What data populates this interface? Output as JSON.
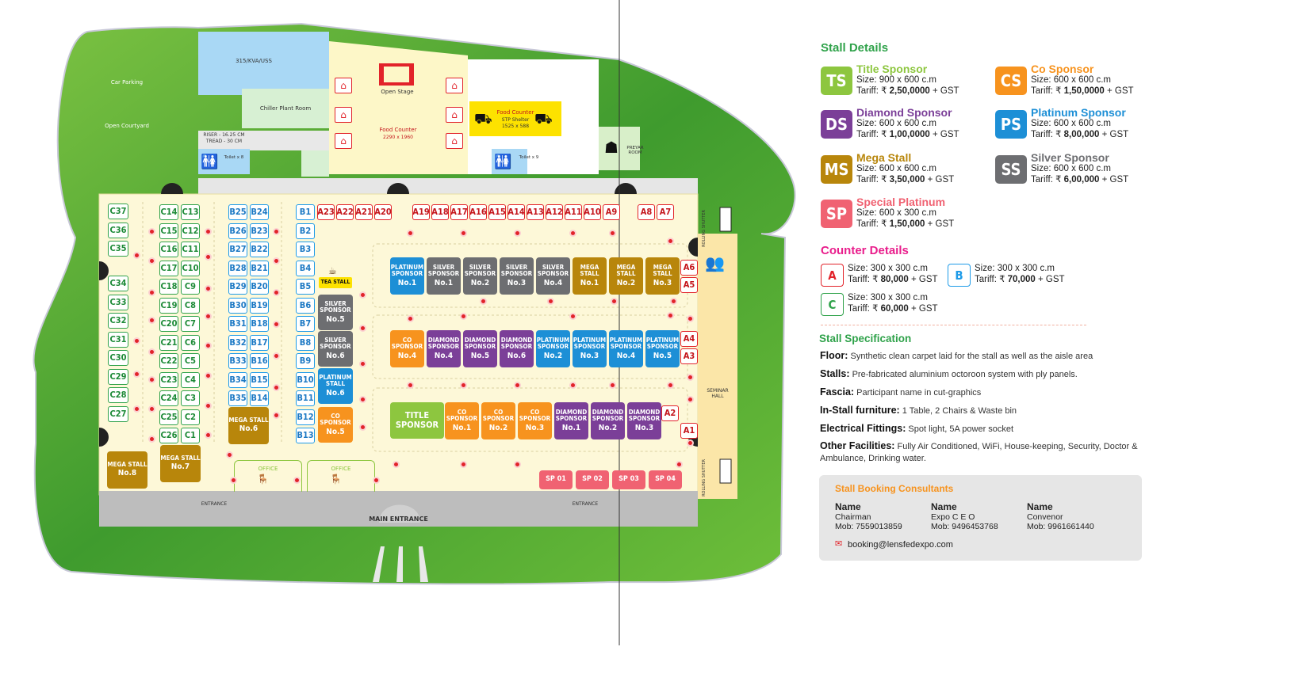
{
  "map": {
    "labels": {
      "car_parking": "Car Parking",
      "open_courtyard": "Open Courtyard",
      "transformer": "315/KVA/USS",
      "chiller": "Chiller Plant Room",
      "riser": "RISER - 16.25 CM",
      "tread": "TREAD - 30 CM",
      "toilet_left": "Toilet x 8",
      "toilet_right": "Toilet x 9",
      "open_stage": "Open Stage",
      "food_counter_main": "Food Counter",
      "food_counter_main_size": "2290 x 1960",
      "food_counter_box": "Food Counter",
      "food_counter_box_sub": "STP Shelter",
      "food_counter_box_size": "1525 x 588",
      "prayer_room": "PREYAR ROOM",
      "rolling_shutter_top": "ROLLING SHUTTER",
      "rolling_shutter_bottom": "ROLLING SHUTTER",
      "seminar_hall": "SEMINAR HALL",
      "tea_stall": "TEA STALL",
      "office_1": "OFFICE",
      "office_2": "OFFICE",
      "entrance_left": "ENTRANCE",
      "entrance_right": "ENTRANCE",
      "main_entrance": "MAIN ENTRANCE"
    },
    "a_top": [
      "A23",
      "A22",
      "A21",
      "A20",
      "A19",
      "A18",
      "A17",
      "A16",
      "A15",
      "A14",
      "A13",
      "A12",
      "A11",
      "A10",
      "A9",
      "A8",
      "A7"
    ],
    "a_side": [
      "A6",
      "A5",
      "A4",
      "A3",
      "A2",
      "A1"
    ],
    "b_col1": [
      "B25",
      "B26",
      "B27",
      "B28",
      "B29",
      "B30",
      "B31",
      "B32",
      "B33",
      "B34",
      "B35"
    ],
    "b_col2": [
      "B24",
      "B23",
      "B22",
      "B21",
      "B20",
      "B19",
      "B18",
      "B17",
      "B16",
      "B15",
      "B14"
    ],
    "b_col3": [
      "B1",
      "B2",
      "B3",
      "B4",
      "B5",
      "B6",
      "B7",
      "B8",
      "B9",
      "B10",
      "B11",
      "B12",
      "B13"
    ],
    "c_outer": [
      "C37",
      "C36",
      "C35",
      "C34",
      "C33",
      "C32",
      "C31",
      "C30",
      "C29",
      "C28",
      "C27"
    ],
    "c_col1": [
      "C14",
      "C15",
      "C16",
      "C17",
      "C18",
      "C19",
      "C20",
      "C21",
      "C22",
      "C23",
      "C24",
      "C25",
      "C26"
    ],
    "c_col2": [
      "C13",
      "C12",
      "C11",
      "C10",
      "C9",
      "C8",
      "C7",
      "C6",
      "C5",
      "C4",
      "C3",
      "C2",
      "C1"
    ],
    "row1": [
      {
        "name": "PLATINUM SPONSOR",
        "no": "No.1",
        "color": "#1d8fd6"
      },
      {
        "name": "SILVER SPONSOR",
        "no": "No.1",
        "color": "#6d6e71"
      },
      {
        "name": "SILVER SPONSOR",
        "no": "No.2",
        "color": "#6d6e71"
      },
      {
        "name": "SILVER SPONSOR",
        "no": "No.3",
        "color": "#6d6e71"
      },
      {
        "name": "SILVER SPONSOR",
        "no": "No.4",
        "color": "#6d6e71"
      },
      {
        "name": "MEGA STALL",
        "no": "No.1",
        "color": "#b8860b"
      },
      {
        "name": "MEGA STALL",
        "no": "No.2",
        "color": "#b8860b"
      },
      {
        "name": "MEGA STALL",
        "no": "No.3",
        "color": "#b8860b"
      }
    ],
    "row2": [
      {
        "name": "CO SPONSOR",
        "no": "No.4",
        "color": "#f7931e"
      },
      {
        "name": "DIAMOND SPONSOR",
        "no": "No.4",
        "color": "#7b3f98"
      },
      {
        "name": "DIAMOND SPONSOR",
        "no": "No.5",
        "color": "#7b3f98"
      },
      {
        "name": "DIAMOND SPONSOR",
        "no": "No.6",
        "color": "#7b3f98"
      },
      {
        "name": "PLATINUM SPONSOR",
        "no": "No.2",
        "color": "#1d8fd6"
      },
      {
        "name": "PLATINUM SPONSOR",
        "no": "No.3",
        "color": "#1d8fd6"
      },
      {
        "name": "PLATINUM SPONSOR",
        "no": "No.4",
        "color": "#1d8fd6"
      },
      {
        "name": "PLATINUM SPONSOR",
        "no": "No.5",
        "color": "#1d8fd6"
      }
    ],
    "row3": [
      {
        "name": "CO SPONSOR",
        "no": "No.1",
        "color": "#f7931e"
      },
      {
        "name": "CO SPONSOR",
        "no": "No.2",
        "color": "#f7931e"
      },
      {
        "name": "CO SPONSOR",
        "no": "No.3",
        "color": "#f7931e"
      },
      {
        "name": "DIAMOND SPONSOR",
        "no": "No.1",
        "color": "#7b3f98"
      },
      {
        "name": "DIAMOND SPONSOR",
        "no": "No.2",
        "color": "#7b3f98"
      },
      {
        "name": "DIAMOND SPONSOR",
        "no": "No.3",
        "color": "#7b3f98"
      }
    ],
    "title_sponsor": "TITLE SPONSOR",
    "center_col": [
      {
        "name": "SILVER SPONSOR",
        "no": "No.5",
        "color": "#6d6e71"
      },
      {
        "name": "SILVER SPONSOR",
        "no": "No.6",
        "color": "#6d6e71"
      },
      {
        "name": "PLATINUM STALL",
        "no": "No.6",
        "color": "#1d8fd6"
      },
      {
        "name": "CO SPONSOR",
        "no": "No.5",
        "color": "#f7931e"
      }
    ],
    "mega_left": [
      {
        "name": "MEGA STALL",
        "no": "No.6"
      },
      {
        "name": "MEGA STALL",
        "no": "No.7"
      },
      {
        "name": "MEGA STALL",
        "no": "No.8"
      }
    ],
    "sp": [
      "SP 01",
      "SP 02",
      "SP 03",
      "SP 04"
    ]
  },
  "legend": {
    "stall_details_title": "Stall Details",
    "stalls": [
      {
        "code": "TS",
        "name": "Title Sponsor",
        "size": "Size: 900 x 600 c.m",
        "tariff_prefix": "Tariff: ₹ ",
        "tariff": "2,50,0000",
        "tariff_suffix": " + GST",
        "color": "#8dc63f",
        "title_color": "#8dc63f"
      },
      {
        "code": "CS",
        "name": "Co Sponsor",
        "size": "Size: 600 x 600 c.m",
        "tariff_prefix": "Tariff: ₹ ",
        "tariff": "1,50,0000",
        "tariff_suffix": " + GST",
        "color": "#f7931e",
        "title_color": "#f7931e"
      },
      {
        "code": "DS",
        "name": "Diamond Sponsor",
        "size": "Size: 600 x 600 c.m",
        "tariff_prefix": "Tariff: ₹ ",
        "tariff": "1,00,0000",
        "tariff_suffix": " + GST",
        "color": "#7b3f98",
        "title_color": "#7b3f98"
      },
      {
        "code": "PS",
        "name": "Platinum Sponsor",
        "size": "Size: 600 x 600 c.m",
        "tariff_prefix": "Tariff: ₹ ",
        "tariff": "8,00,000",
        "tariff_suffix": " + GST",
        "color": "#1d8fd6",
        "title_color": "#1d8fd6"
      },
      {
        "code": "MS",
        "name": "Mega Stall",
        "size": "Size: 600 x 600 c.m",
        "tariff_prefix": "Tariff: ₹ ",
        "tariff": "3,50,000",
        "tariff_suffix": " + GST",
        "color": "#b8860b",
        "title_color": "#b8860b"
      },
      {
        "code": "SS",
        "name": "Silver Sponsor",
        "size": "Size: 600 x 600 c.m",
        "tariff_prefix": "Tariff: ₹ ",
        "tariff": "6,00,000",
        "tariff_suffix": " + GST",
        "color": "#6d6e71",
        "title_color": "#6d6e71"
      },
      {
        "code": "SP",
        "name": "Special Platinum",
        "size": "Size: 600 x 300 c.m",
        "tariff_prefix": "Tariff: ₹ ",
        "tariff": "1,50,000",
        "tariff_suffix": " + GST",
        "color": "#f06272",
        "title_color": "#f06272"
      }
    ],
    "counter_title": "Counter Details",
    "counters": [
      {
        "code": "A",
        "size": "Size: 300 x 300 c.m",
        "tariff_prefix": "Tariff: ₹ ",
        "tariff": "80,000",
        "tariff_suffix": " + GST",
        "color": "#e2232a"
      },
      {
        "code": "B",
        "size": "Size: 300 x 300 c.m",
        "tariff_prefix": "Tariff: ₹ ",
        "tariff": "70,000",
        "tariff_suffix": " + GST",
        "color": "#1e9be8"
      },
      {
        "code": "C",
        "size": "Size: 300 x 300 c.m",
        "tariff_prefix": "Tariff: ₹ ",
        "tariff": "60,000",
        "tariff_suffix": " + GST",
        "color": "#2fa24a"
      }
    ],
    "spec_title": "Stall Specification",
    "specs": [
      {
        "k": "Floor:",
        "v": " Synthetic clean carpet laid for the stall as well as the aisle area"
      },
      {
        "k": "Stalls:",
        "v": " Pre-fabricated aluminium octoroon system with ply panels."
      },
      {
        "k": "Fascia:",
        "v": " Participant name in cut-graphics"
      },
      {
        "k": "In-Stall furniture:",
        "v": " 1 Table, 2 Chairs & Waste bin"
      },
      {
        "k": "Electrical Fittings:",
        "v": " Spot light, 5A power socket"
      },
      {
        "k": "Other Facilities:",
        "v": " Fully Air Conditioned, WiFi, House-keeping, Security, Doctor & Ambulance, Drinking water."
      }
    ],
    "consultants_title": "Stall Booking Consultants",
    "consultants": [
      {
        "name": "Name",
        "role": "Chairman",
        "mob": "Mob: 7559013859"
      },
      {
        "name": "Name",
        "role": "Expo C E O",
        "mob": "Mob: 9496453768"
      },
      {
        "name": "Name",
        "role": "Convenor",
        "mob": "Mob: 9961661440"
      }
    ],
    "email": "booking@lensfedexpo.com"
  }
}
